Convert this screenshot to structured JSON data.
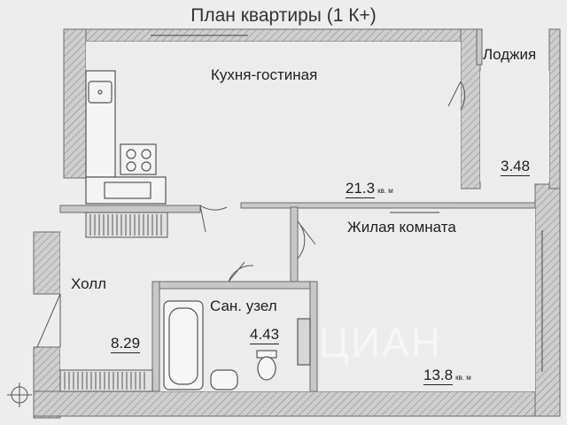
{
  "title": "План квартиры (1 К+)",
  "rooms": {
    "kitchen_living": {
      "name": "Кухня-гостиная",
      "area": "21.3",
      "unit": "кв. м"
    },
    "loggia": {
      "name": "Лоджия",
      "area": "3.48"
    },
    "living_room": {
      "name": "Жилая комната",
      "area": "13.8",
      "unit": "кв. м"
    },
    "hall": {
      "name": "Холл",
      "area": "8.29"
    },
    "bathroom": {
      "name": "Сан. узел",
      "area": "4.43"
    }
  },
  "watermark": "ЦИАН",
  "colors": {
    "wall": "#c8c8c8",
    "wall_outline": "#6a6a6a",
    "floor": "#ededed"
  }
}
